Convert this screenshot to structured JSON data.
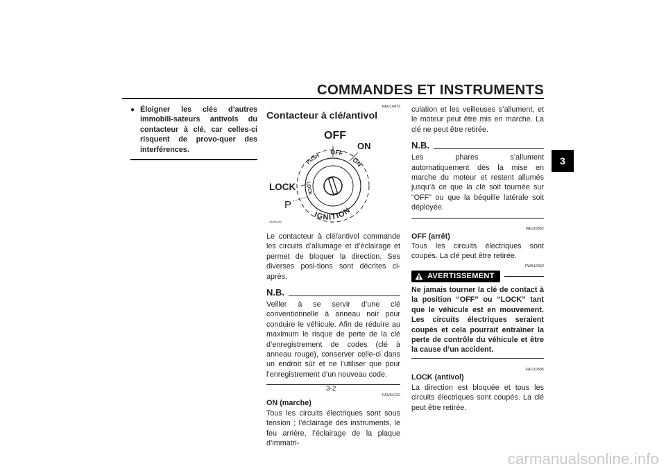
{
  "header": {
    "title": "COMMANDES ET INSTRUMENTS",
    "chapter_tab": "3"
  },
  "left_column": {
    "bullet": "Éloigner les clés d’autres immobili-sateurs antivols du contacteur à clé, car celles-ci risquent de provo-quer des interférences."
  },
  "middle_column": {
    "section_code": "FAU10473",
    "section_title": "Contacteur à clé/antivol",
    "figure": {
      "off_label": "OFF",
      "on_label": "ON",
      "lock_label": "LOCK",
      "p_label": "P",
      "ring_labels": [
        "PUSH",
        "OFF",
        "ON",
        "LOCK",
        "IGNITION"
      ],
      "small_text": "ZAUM1054"
    },
    "intro": "Le contacteur à clé/antivol commande les circuits d’allumage et d’éclairage et permet de bloquer la direction. Ses diverses posi-tions sont décrites ci-après.",
    "nb_label": "N.B.",
    "nb_text": "Veiller à se servir d’une clé conventionnelle à anneau noir pour conduire le véhicule. Afin de réduire au maximum le risque de perte de la clé d’enregistrement de codes (clé à anneau rouge), conserver celle-ci dans un endroit sûr et ne l’utiliser que pour l’enregistrement d’un nouveau code.",
    "on_code": "FAU54122",
    "on_title": "ON (marche)",
    "on_text": "Tous les circuits électriques sont sous tension ; l’éclairage des instruments, le feu arrière, l’éclairage de la plaque d’immatri-"
  },
  "right_column": {
    "continuation": "culation et les veilleuses s’allument, et le moteur peut être mis en marche. La clé ne peut être retirée.",
    "nb_label": "N.B.",
    "nb_text": "Les phares s’allument automatiquement dès la mise en marche du moteur et restent allumés jusqu’à ce que la clé soit tournée sur “OFF” ou que la béquille latérale soit déployée.",
    "off_code": "FAU10662",
    "off_title": "OFF (arrêt)",
    "off_text": "Tous les circuits électriques sont coupés. La clé peut être retirée.",
    "warn_code": "FWA10062",
    "warn_label": "AVERTISSEMENT",
    "warn_text": "Ne jamais tourner la clé de contact à la position “OFF” ou “LOCK” tant que le véhicule est en mouvement. Les circuits électriques seraient coupés et cela pourrait entraîner la perte de contrôle du véhicule et être la cause d’un accident.",
    "lock_code": "FAU10685",
    "lock_title": "LOCK (antivol)",
    "lock_text": "La direction est bloquée et tous les circuits électriques sont coupés. La clé peut être retirée."
  },
  "footer": {
    "page_number": "3-2",
    "watermark": "carmanualsonline.info"
  }
}
